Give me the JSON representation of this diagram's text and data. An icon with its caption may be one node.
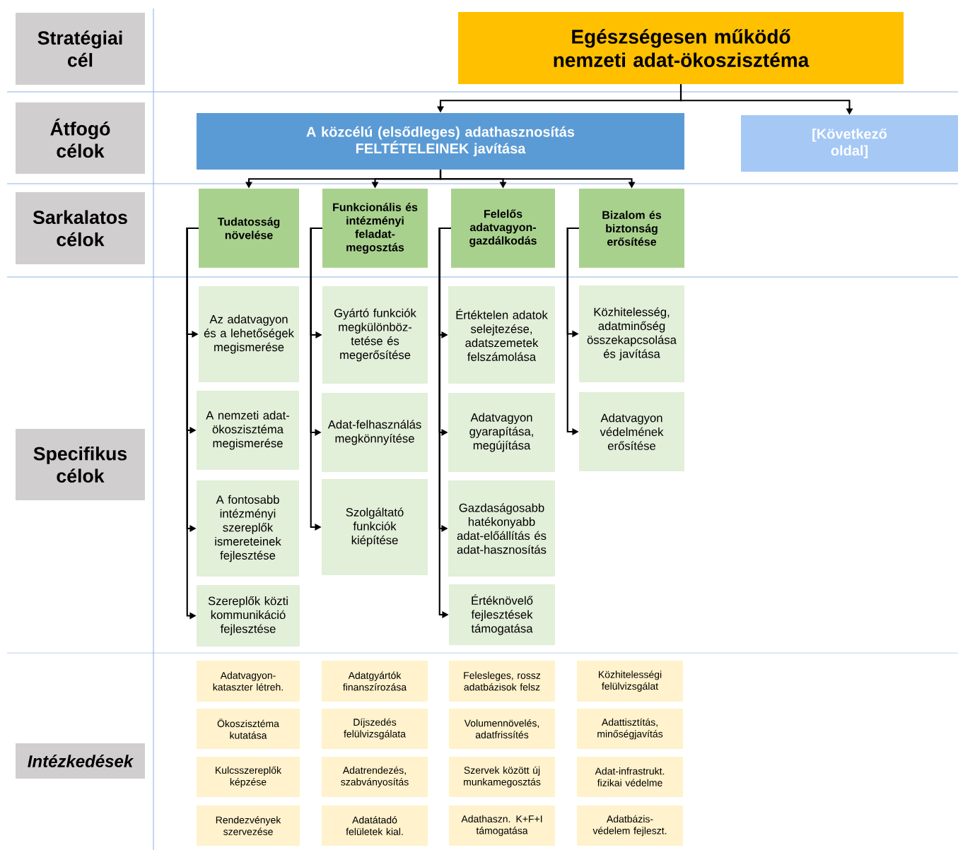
{
  "diagram": {
    "nodes": [
      {
        "text": [
          "Stratégiai cél"
        ]
      },
      {
        "text": [
          "Átfogó célok"
        ]
      },
      {
        "text": [
          "Sarkalatos célok"
        ]
      },
      {
        "text": [
          "Specifikus célok"
        ]
      },
      {
        "text": [
          "Intézkedések"
        ]
      },
      {
        "text": [
          "Egészségesen működő nemzeti adat-ökoszisztéma"
        ]
      },
      {
        "text": [
          "A közcélú (elsődleges) adathasznosítás FELTÉTELEINEK javítása"
        ]
      },
      {
        "text": [
          "[Következő oldal]"
        ]
      },
      {
        "text": [
          "Tudatosság növelése"
        ]
      },
      {
        "text": [
          "Funkcionális és intézményi feladat-megosztás"
        ]
      },
      {
        "text": [
          "Felelős adatvagyon-gazdálkodás"
        ]
      },
      {
        "text": [
          "Bizalom és biztonság erősítése"
        ]
      },
      {
        "text": [
          "Az adatvagyon és a lehetőségek megismerése"
        ]
      },
      {
        "text": [
          "A nemzeti adat-ökoszisztéma megismerése"
        ]
      },
      {
        "text": [
          "A fontosabb intézményi szereplők ismereteinek fejlesztése"
        ]
      },
      {
        "text": [
          "Szereplők közti kommunikáció fejlesztése"
        ]
      },
      {
        "text": [
          "Gyártó funkciók megkülönböz-tetése és megerősítése"
        ]
      },
      {
        "text": [
          "Adat-felhasználás megkönnyítése"
        ]
      },
      {
        "text": [
          "Szolgáltató funkciók kiépítése"
        ]
      },
      {
        "text": [
          "Értéktelen adatok selejtezése, adatszemetek felszámolása"
        ]
      },
      {
        "text": [
          "Adatvagyon gyarapítása, megújítása"
        ]
      },
      {
        "text": [
          "Gazdaságosabb hatékonyabb adat-előállítás és adat-hasznosítás"
        ]
      },
      {
        "text": [
          "Értéknövelő fejlesztések támogatása"
        ]
      },
      {
        "text": [
          "Közhitelesség, adatminőség összekapcsolása és javítása"
        ]
      },
      {
        "text": [
          "Adatvagyon védelmének erősítése"
        ]
      },
      {
        "text": [
          "Adatvagyon-kataszter létreh."
        ]
      },
      {
        "text": [
          "Adatgyártók finanszírozása"
        ]
      },
      {
        "text": [
          "Felesleges, rossz adatbázisok felsz"
        ]
      },
      {
        "text": [
          "Közhitelességi felülvizsgálat"
        ]
      },
      {
        "text": [
          "Ökoszisztéma kutatása"
        ]
      },
      {
        "text": [
          "Díjszedés felülvizsgálata"
        ]
      },
      {
        "text": [
          "Volumennövelés, adatfrissítés"
        ]
      },
      {
        "text": [
          "Adattisztítás, minőségjavítás"
        ]
      },
      {
        "text": [
          "Kulcsszereplők képzése"
        ]
      },
      {
        "text": [
          "Adatrendezés, szabványosítás"
        ]
      },
      {
        "text": [
          "Szervek között új munkamegosztás"
        ]
      },
      {
        "text": [
          "Adat-infrastrukt. fizikai védelme"
        ]
      },
      {
        "text": [
          "Rendezvények szervezése"
        ]
      },
      {
        "text": [
          "Adatátadó felületek kial."
        ]
      },
      {
        "text": [
          "Adathaszn. K+F+I támogatása"
        ]
      },
      {
        "text": [
          "Adatbázis-védelem fejleszt."
        ]
      }
    ],
    "edges": [
      {
        "from": 5,
        "to": 6,
        "arrow": "to"
      },
      {
        "from": 5,
        "to": 7,
        "arrow": "to"
      },
      {
        "from": 6,
        "to": 8,
        "arrow": "to"
      },
      {
        "from": 6,
        "to": 9,
        "arrow": "to"
      },
      {
        "from": 6,
        "to": 10,
        "arrow": "to"
      },
      {
        "from": 6,
        "to": 11,
        "arrow": "to"
      },
      {
        "from": 8,
        "to": 12,
        "arrow": "to"
      },
      {
        "from": 8,
        "to": 13,
        "arrow": "to"
      },
      {
        "from": 8,
        "to": 14,
        "arrow": "to"
      },
      {
        "from": 8,
        "to": 15,
        "arrow": "to"
      },
      {
        "from": 9,
        "to": 16,
        "arrow": "to"
      },
      {
        "from": 9,
        "to": 17,
        "arrow": "to"
      },
      {
        "from": 9,
        "to": 18,
        "arrow": "to"
      },
      {
        "from": 10,
        "to": 19,
        "arrow": "to"
      },
      {
        "from": 10,
        "to": 20,
        "arrow": "to"
      },
      {
        "from": 10,
        "to": 21,
        "arrow": "to"
      },
      {
        "from": 10,
        "to": 22,
        "arrow": "to"
      },
      {
        "from": 11,
        "to": 23,
        "arrow": "to"
      },
      {
        "from": 11,
        "to": 24,
        "arrow": "to"
      }
    ]
  }
}
